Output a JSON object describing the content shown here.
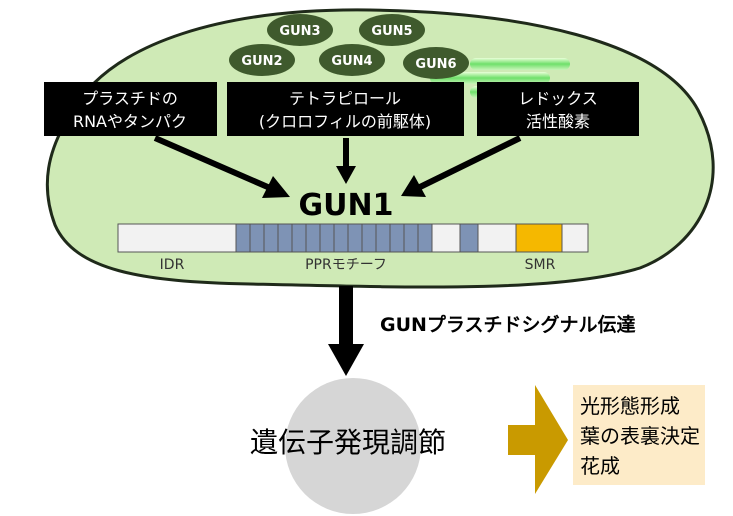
{
  "gun_family": [
    "GUN3",
    "GUN5",
    "GUN2",
    "GUN4",
    "GUN6"
  ],
  "signals": [
    {
      "line1": "プラスチドの",
      "line2": "RNAやタンパク"
    },
    {
      "line1": "テトラピロール",
      "line2": "(クロロフィルの前駆体)"
    },
    {
      "line1": "レドックス",
      "line2": "活性酸素"
    }
  ],
  "gun1_title": "GUN1",
  "domain_labels": {
    "idr": "IDR",
    "ppr": "PPRモチーフ",
    "smr": "SMR"
  },
  "signaling_label": "GUNプラスチドシグナル伝達",
  "gene_regulation": "遺伝子発現調節",
  "outcomes": [
    "光形態形成",
    "葉の表裏決定",
    "花成"
  ],
  "colors": {
    "chloroplast_fill": "#cfeab6",
    "chloroplast_stroke": "#1f2a1a",
    "gun_oval": "#3f5a2d",
    "ppr_block": "#7e93b5",
    "smr_block": "#f5b800",
    "arrow_gold": "#c99a00",
    "outcome_bg": "#fdebc8",
    "gray_circle": "#d6d6d6"
  }
}
